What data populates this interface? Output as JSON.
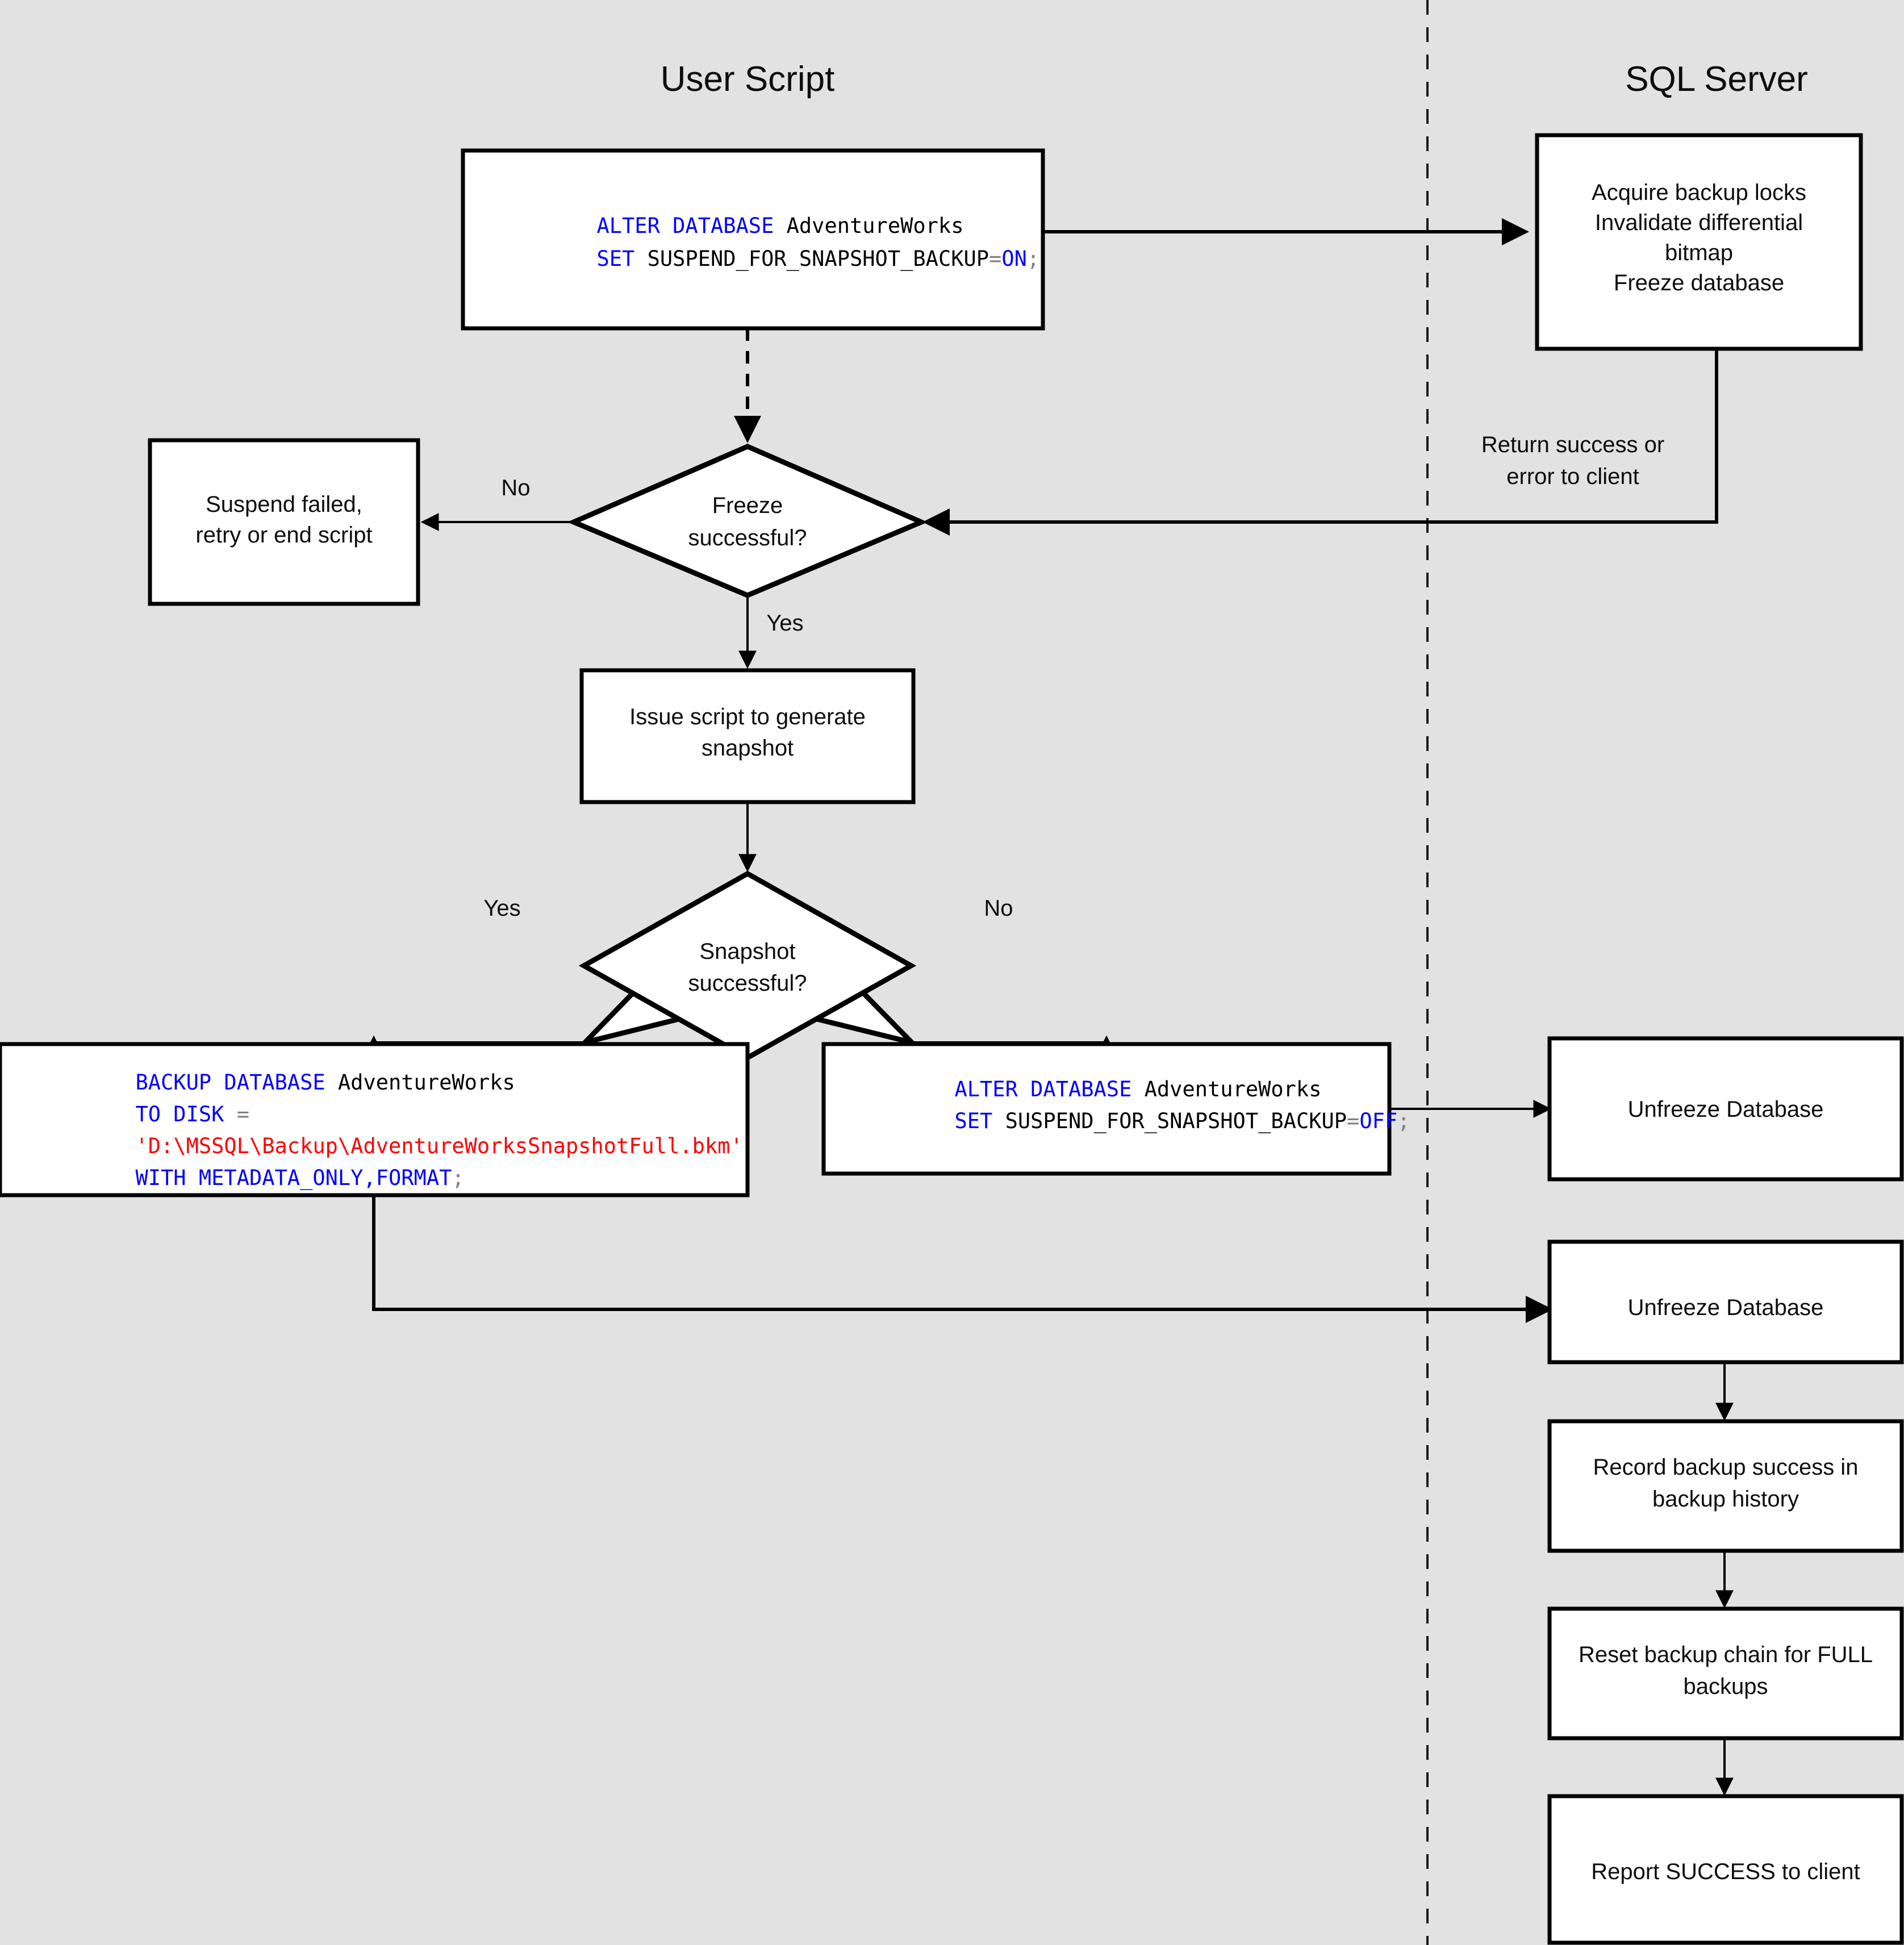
{
  "lanes": [
    {
      "id": "user-script",
      "title": "User Script"
    },
    {
      "id": "sql-server",
      "title": "SQL Server"
    }
  ],
  "nodes": {
    "alter_on": {
      "type": "code",
      "lines": [
        [
          {
            "t": "ALTER DATABASE ",
            "c": "kw"
          },
          {
            "t": "AdventureWorks",
            "c": "id"
          }
        ],
        [
          {
            "t": "SET ",
            "c": "kw"
          },
          {
            "t": "SUSPEND_FOR_SNAPSHOT_BACKUP",
            "c": "id"
          },
          {
            "t": "=",
            "c": "op"
          },
          {
            "t": "ON",
            "c": "kw"
          },
          {
            "t": ";",
            "c": "semi"
          }
        ]
      ]
    },
    "acquire_locks": {
      "type": "process",
      "lines": [
        "Acquire backup locks",
        "Invalidate differential",
        "bitmap",
        "Freeze database"
      ]
    },
    "suspend_failed": {
      "type": "process",
      "lines": [
        "Suspend failed,",
        "retry or end script"
      ]
    },
    "freeze_successful": {
      "type": "decision",
      "lines": [
        "Freeze",
        "successful?"
      ]
    },
    "issue_script": {
      "type": "process",
      "lines": [
        "Issue script to generate",
        "snapshot"
      ]
    },
    "snapshot_successful": {
      "type": "decision",
      "lines": [
        "Snapshot",
        "successful?"
      ]
    },
    "backup_database": {
      "type": "code",
      "lines": [
        [
          {
            "t": "BACKUP DATABASE ",
            "c": "kw"
          },
          {
            "t": "AdventureWorks",
            "c": "id"
          }
        ],
        [
          {
            "t": "TO DISK ",
            "c": "kw"
          },
          {
            "t": "=",
            "c": "op"
          }
        ],
        [
          {
            "t": "'D:\\MSSQL\\Backup\\AdventureWorksSnapshotFull.bkm'",
            "c": "str"
          }
        ],
        [
          {
            "t": "WITH METADATA_ONLY,FORMAT",
            "c": "kw"
          },
          {
            "t": ";",
            "c": "semi"
          }
        ]
      ]
    },
    "alter_off": {
      "type": "code",
      "lines": [
        [
          {
            "t": "ALTER DATABASE ",
            "c": "kw"
          },
          {
            "t": "AdventureWorks",
            "c": "id"
          }
        ],
        [
          {
            "t": "SET ",
            "c": "kw"
          },
          {
            "t": "SUSPEND_FOR_SNAPSHOT_BACKUP",
            "c": "id"
          },
          {
            "t": "=",
            "c": "op"
          },
          {
            "t": "OFF",
            "c": "kw"
          },
          {
            "t": ";",
            "c": "semi"
          }
        ]
      ]
    },
    "unfreeze_1": {
      "type": "process",
      "lines": [
        "Unfreeze Database"
      ]
    },
    "unfreeze_2": {
      "type": "process",
      "lines": [
        "Unfreeze Database"
      ]
    },
    "record_backup": {
      "type": "process",
      "lines": [
        "Record backup success in",
        "backup history"
      ]
    },
    "reset_chain": {
      "type": "process",
      "lines": [
        "Reset backup chain for FULL",
        "backups"
      ]
    },
    "report_success": {
      "type": "process",
      "lines": [
        "Report SUCCESS to client"
      ]
    }
  },
  "edge_labels": {
    "return_success": [
      "Return success or",
      "error to client"
    ],
    "freeze_no": "No",
    "freeze_yes": "Yes",
    "snapshot_yes": "Yes",
    "snapshot_no": "No"
  },
  "colors": {
    "background": "#e2e2e2",
    "node_fill": "#ffffff",
    "stroke": "#000000",
    "keyword": "#0000ff",
    "string": "#ff0000",
    "operator": "#808080",
    "identifier": "#000000"
  }
}
